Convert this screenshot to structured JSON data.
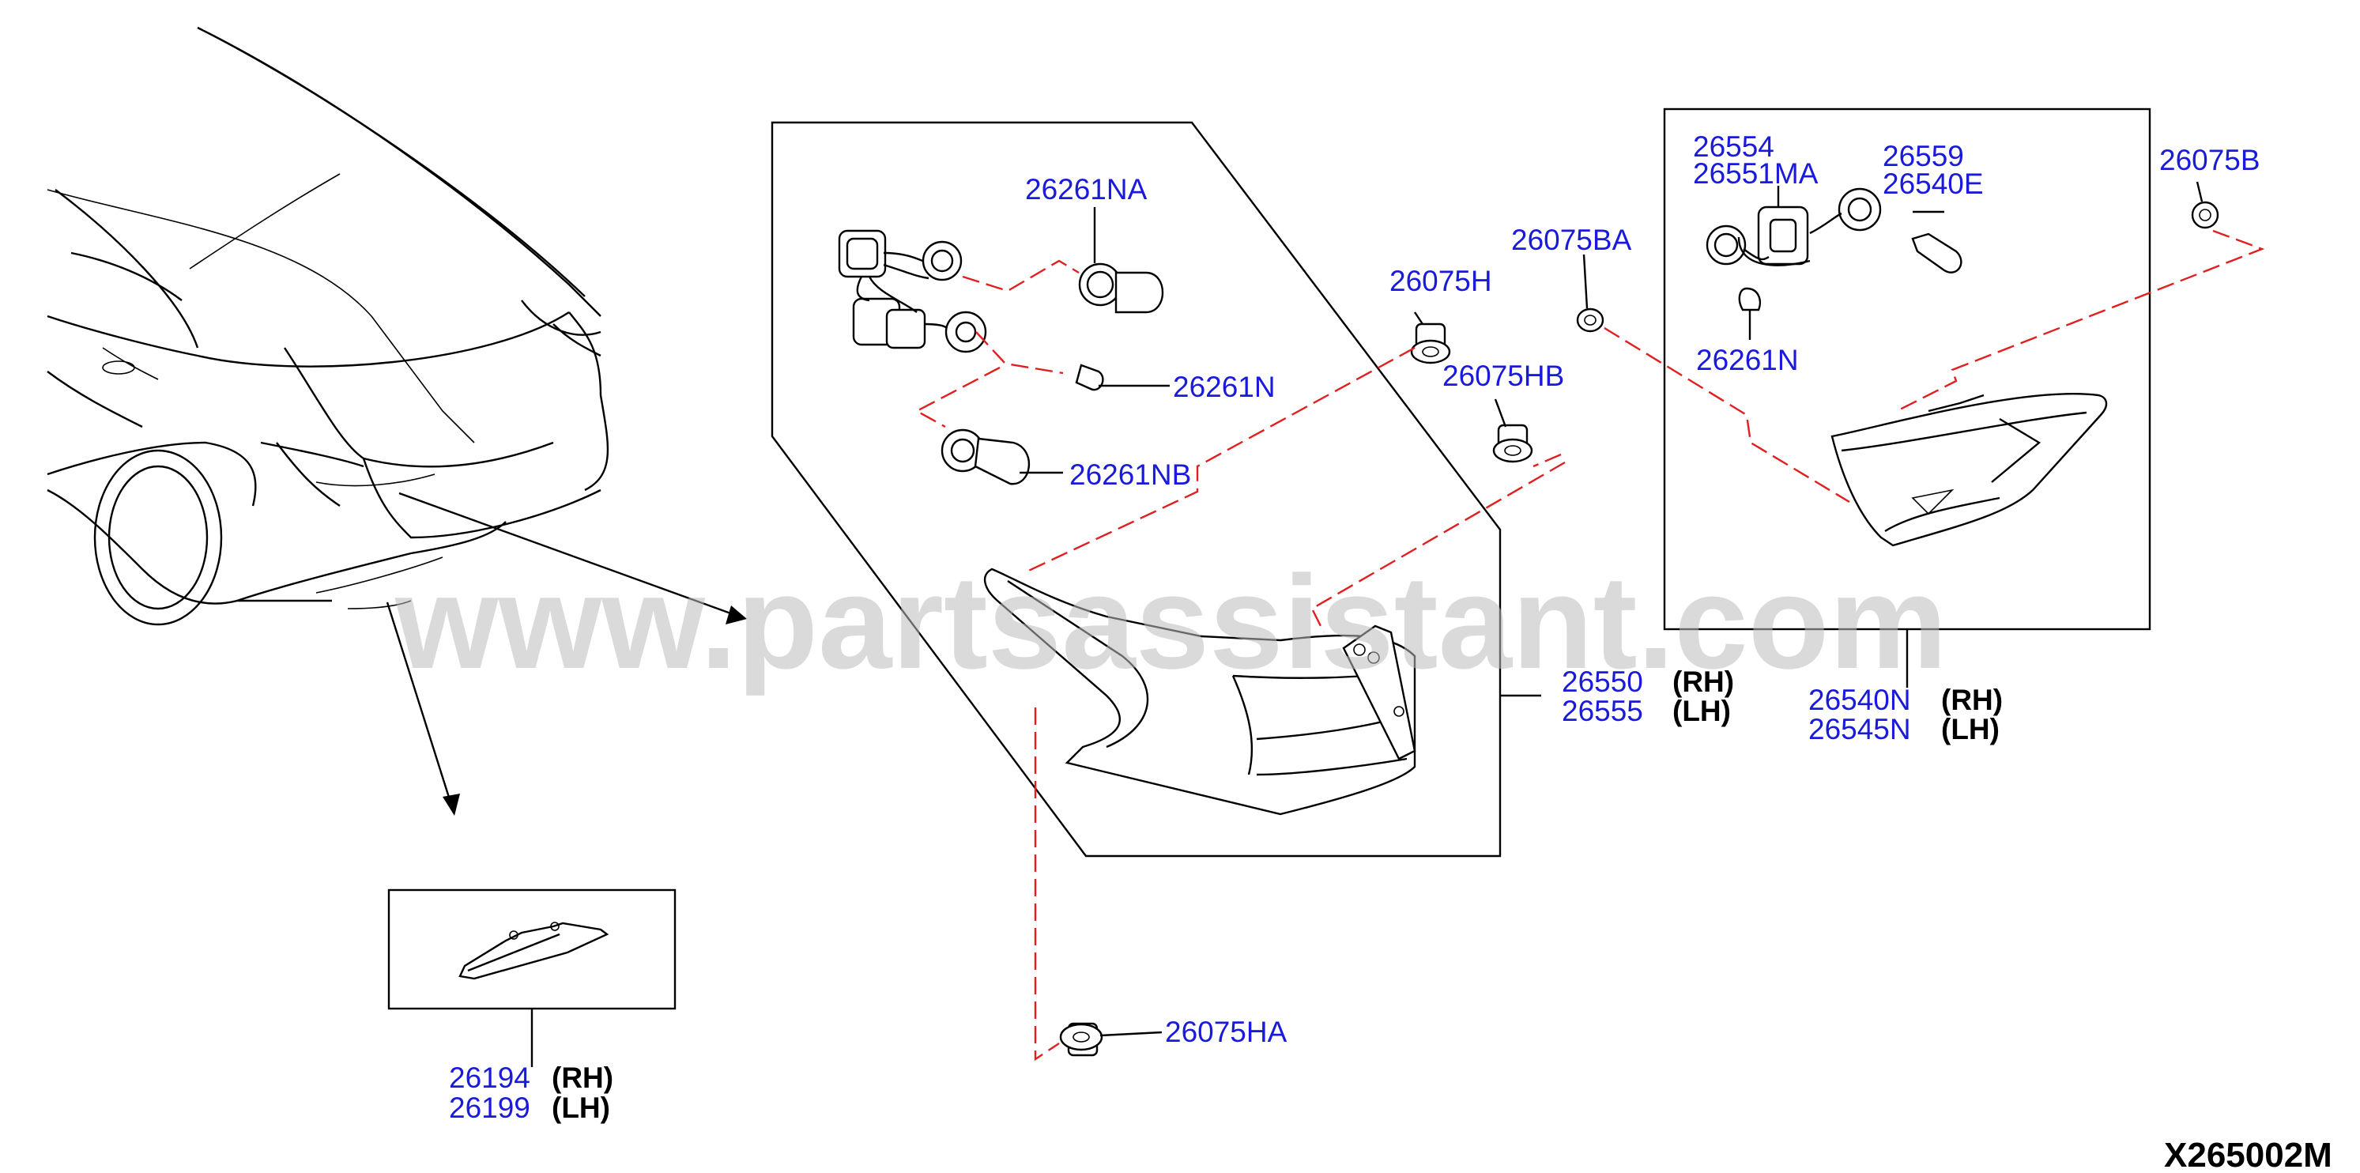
{
  "diagram": {
    "reference_code": "X265002M",
    "watermark": "www.partsassistant.com",
    "parts": {
      "p26261NA": "26261NA",
      "p26261N_a": "26261N",
      "p26261NB": "26261NB",
      "p26075H": "26075H",
      "p26075BA": "26075BA",
      "p26075HB": "26075HB",
      "p26554": "26554",
      "p26551MA": "26551MA",
      "p26559": "26559",
      "p26540E": "26540E",
      "p26075B": "26075B",
      "p26261N_b": "26261N",
      "p26550": "26550",
      "p26555": "26555",
      "p26540N": "26540N",
      "p26545N": "26545N",
      "p26194": "26194",
      "p26199": "26199",
      "p26075HA": "26075HA"
    },
    "sides": {
      "rh": "(RH)",
      "lh": "(LH)"
    },
    "colors": {
      "part_number": "#1a1adb",
      "leader_dash": "#e02020",
      "line": "#000000"
    }
  }
}
